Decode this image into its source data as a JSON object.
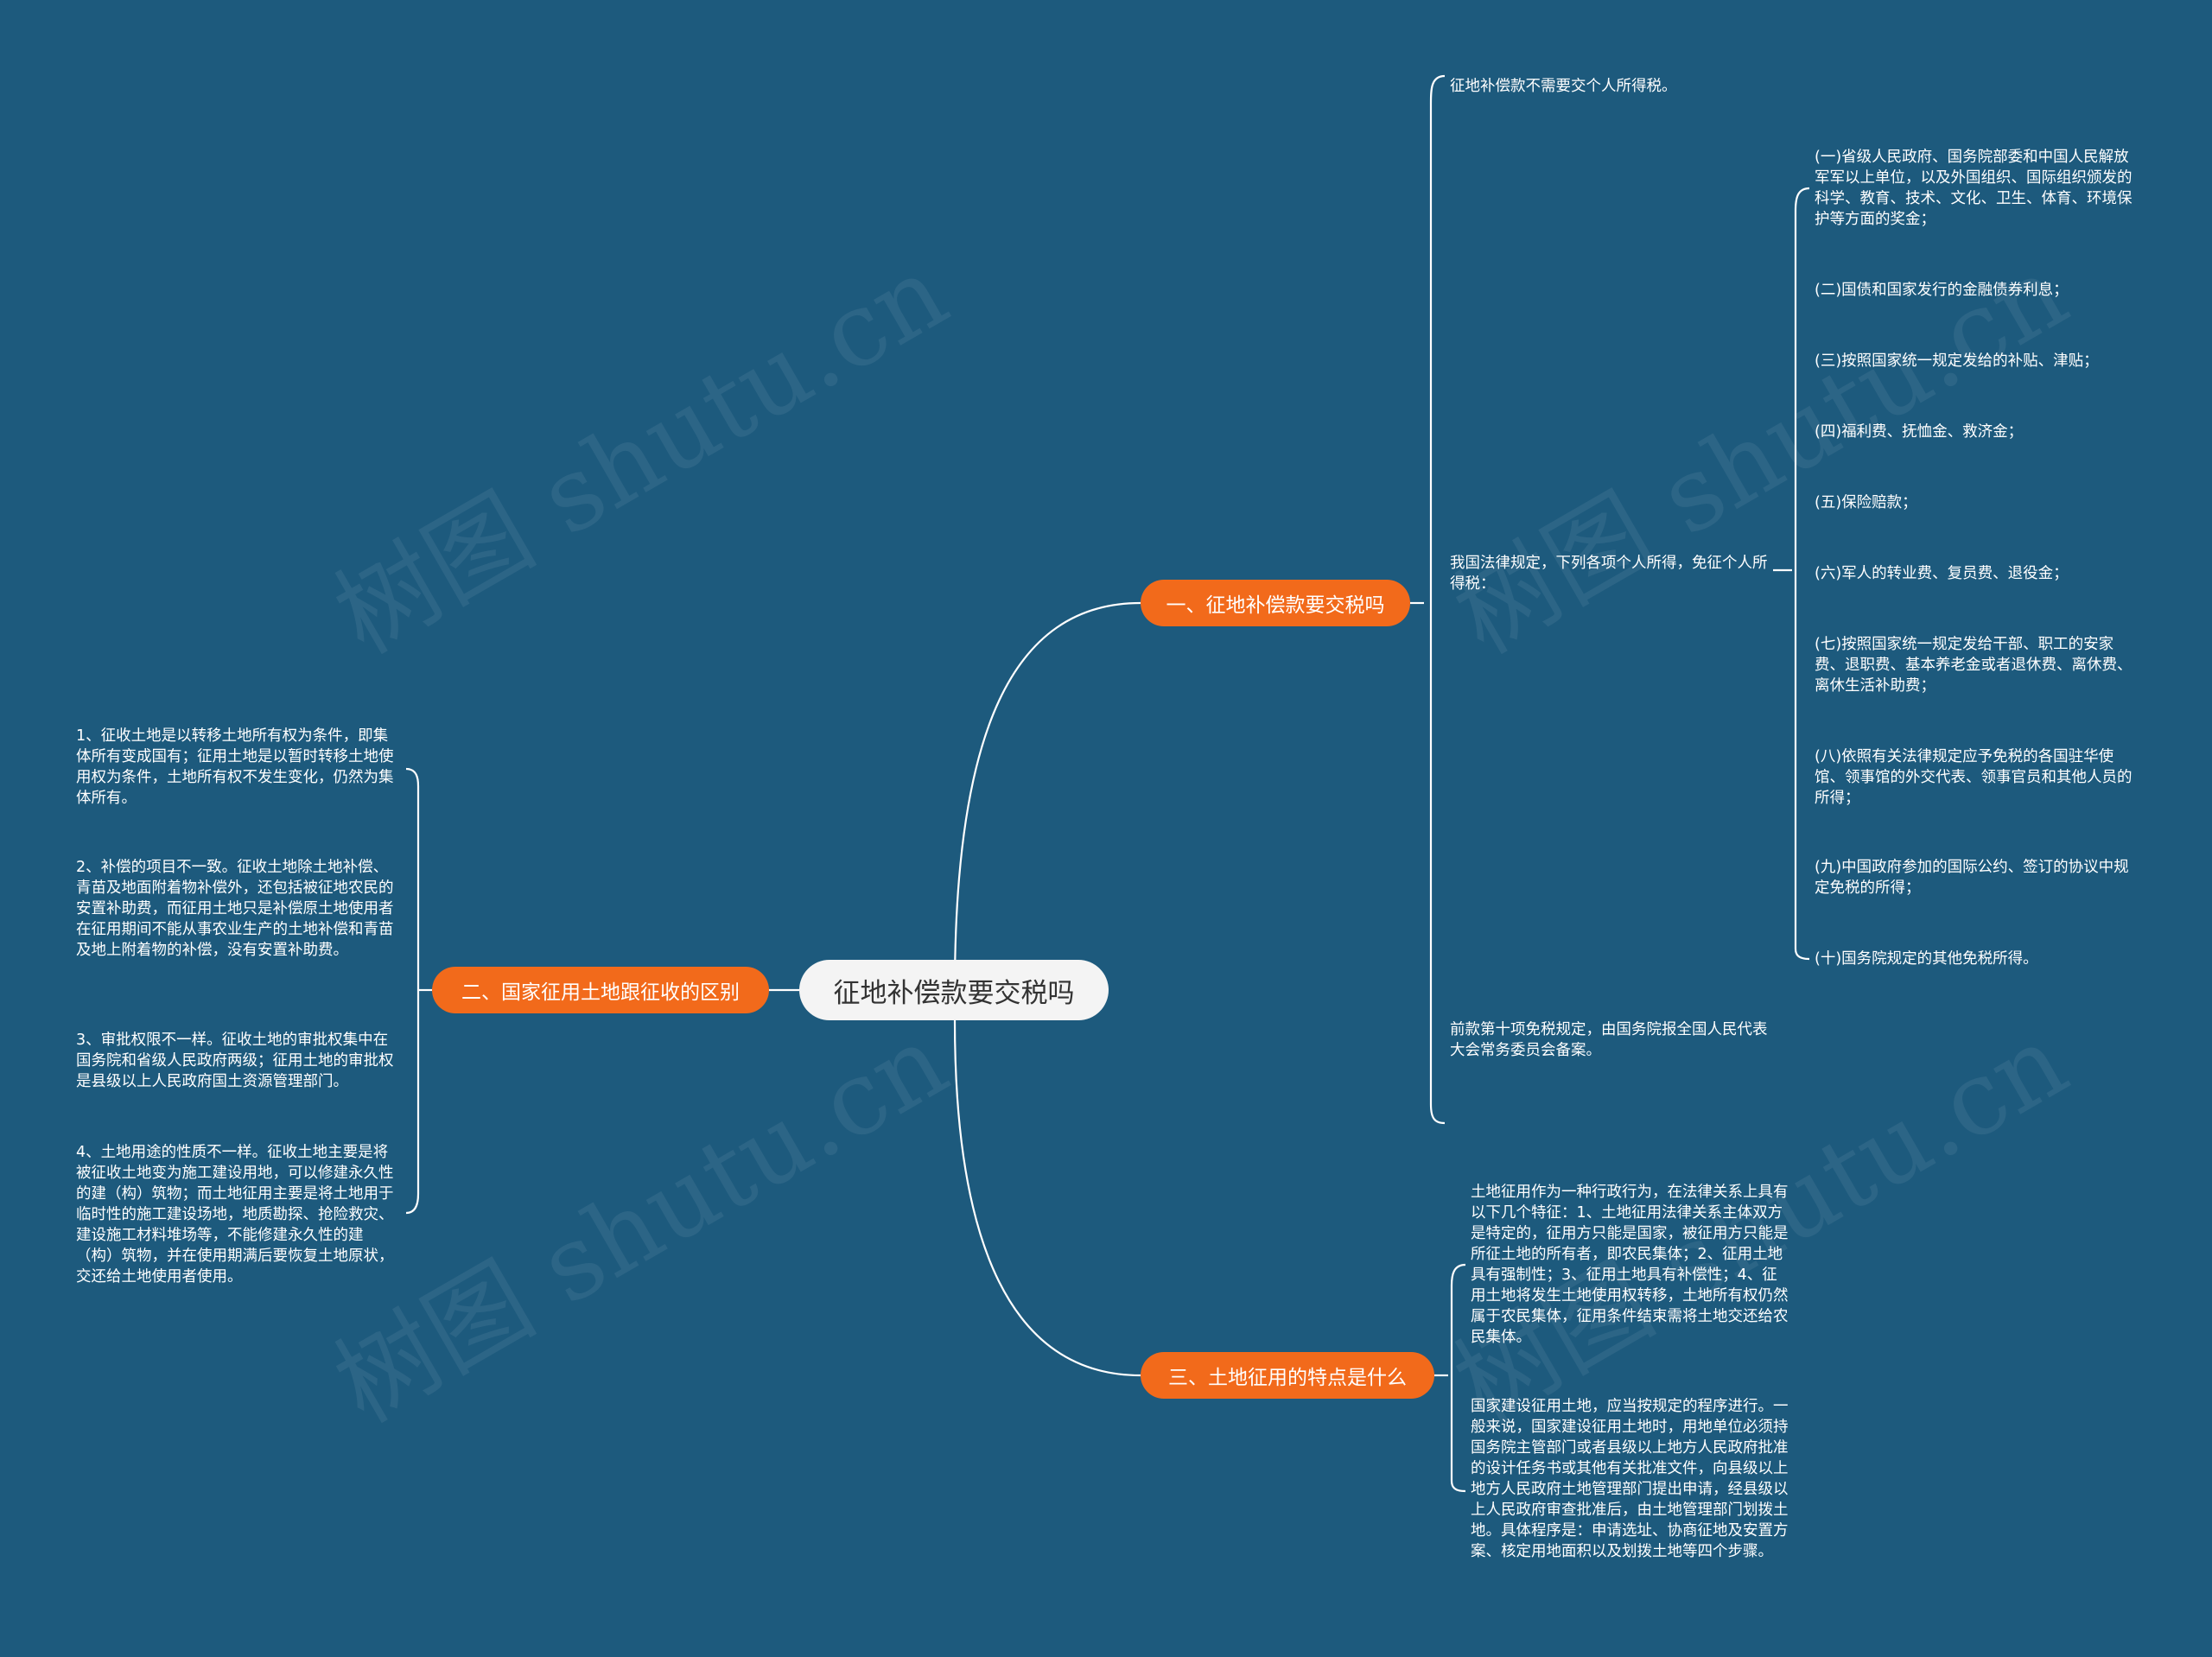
{
  "root": {
    "label": "征地补偿款要交税吗"
  },
  "watermark": "树图 shutu.cn",
  "colors": {
    "background": "#1d5a7d",
    "branch": "#f26a1b",
    "root": "#f4f4f4",
    "line": "#ffffff"
  },
  "branches": [
    {
      "label": "一、征地补偿款要交税吗",
      "items": [
        {
          "text": "征地补偿款不需要交个人所得税。"
        },
        {
          "text": "我国法律规定，下列各项个人所得，免征个人所得税：",
          "items": [
            "(一)省级人民政府、国务院部委和中国人民解放军军以上单位，以及外国组织、国际组织颁发的科学、教育、技术、文化、卫生、体育、环境保护等方面的奖金；",
            "(二)国债和国家发行的金融债券利息；",
            "(三)按照国家统一规定发给的补贴、津贴；",
            "(四)福利费、抚恤金、救济金；",
            "(五)保险赔款；",
            "(六)军人的转业费、复员费、退役金；",
            "(七)按照国家统一规定发给干部、职工的安家费、退职费、基本养老金或者退休费、离休费、离休生活补助费；",
            "(八)依照有关法律规定应予免税的各国驻华使馆、领事馆的外交代表、领事官员和其他人员的所得；",
            "(九)中国政府参加的国际公约、签订的协议中规定免税的所得；",
            "(十)国务院规定的其他免税所得。"
          ]
        },
        {
          "text": "前款第十项免税规定，由国务院报全国人民代表大会常务委员会备案。"
        }
      ]
    },
    {
      "label": "二、国家征用土地跟征收的区别",
      "items": [
        "1、征收土地是以转移土地所有权为条件，即集体所有变成国有；征用土地是以暂时转移土地使用权为条件，土地所有权不发生变化，仍然为集体所有。",
        "2、补偿的项目不一致。征收土地除土地补偿、青苗及地面附着物补偿外，还包括被征地农民的安置补助费，而征用土地只是补偿原土地使用者在征用期间不能从事农业生产的土地补偿和青苗及地上附着物的补偿，没有安置补助费。",
        "3、审批权限不一样。征收土地的审批权集中在国务院和省级人民政府两级；征用土地的审批权是县级以上人民政府国土资源管理部门。",
        "4、土地用途的性质不一样。征收土地主要是将被征收土地变为施工建设用地，可以修建永久性的建（构）筑物；而土地征用主要是将土地用于临时性的施工建设场地，地质勘探、抢险救灾、建设施工材料堆场等，不能修建永久性的建（构）筑物，并在使用期满后要恢复土地原状，交还给土地使用者使用。"
      ]
    },
    {
      "label": "三、土地征用的特点是什么",
      "items": [
        "土地征用作为一种行政行为，在法律关系上具有以下几个特征：1、土地征用法律关系主体双方是特定的，征用方只能是国家，被征用方只能是所征土地的所有者，即农民集体；2、征用土地具有强制性；3、征用土地具有补偿性；4、征用土地将发生土地使用权转移，土地所有权仍然属于农民集体，征用条件结束需将土地交还给农民集体。",
        "国家建设征用土地，应当按规定的程序进行。一般来说，国家建设征用土地时，用地单位必须持国务院主管部门或者县级以上地方人民政府批准的设计任务书或其他有关批准文件，向县级以上地方人民政府土地管理部门提出申请，经县级以上人民政府审查批准后，由土地管理部门划拨土地。具体程序是：申请选址、协商征地及安置方案、核定用地面积以及划拨土地等四个步骤。"
      ]
    }
  ]
}
